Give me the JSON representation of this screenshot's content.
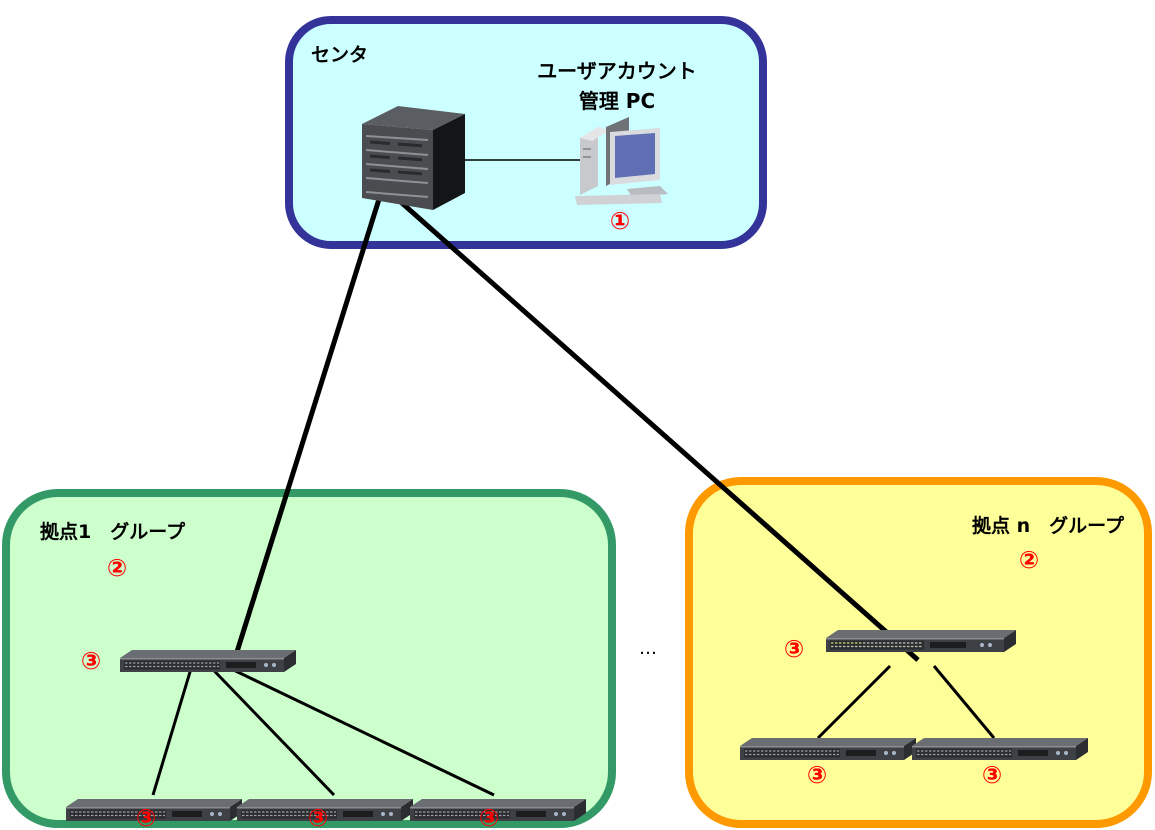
{
  "groups": {
    "center": {
      "label": "センタ",
      "pc_label_line1": "ユーザアカウント",
      "pc_label_line2": "管理 PC",
      "pc_marker": "①"
    },
    "site1": {
      "label": "拠点1　グループ",
      "group_marker": "②",
      "core_switch_marker": "③",
      "edge_switch_markers": [
        "③",
        "③",
        "③"
      ]
    },
    "siten": {
      "label": "拠点 n　グループ",
      "group_marker": "②",
      "core_switch_marker": "③",
      "edge_switch_markers": [
        "③",
        "③"
      ]
    }
  },
  "ellipsis": "…",
  "colors": {
    "center_fill": "#ccffff",
    "center_border": "#333399",
    "site1_fill": "#ccffcc",
    "site1_border": "#339966",
    "siten_fill": "#ffff99",
    "siten_border": "#ff9900",
    "marker": "#ff0000",
    "link": "#000000"
  },
  "icons": {
    "center_device": "chassis-router-icon",
    "management_pc": "desktop-pc-icon",
    "switch": "network-switch-icon"
  }
}
